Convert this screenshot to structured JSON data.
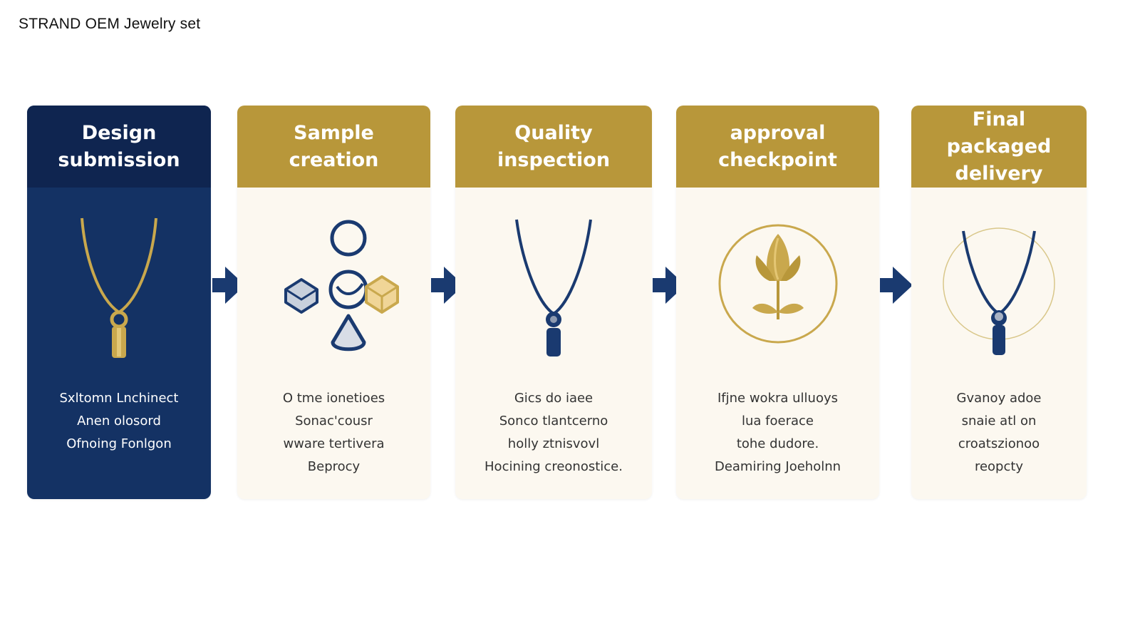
{
  "header": {
    "title": "STRAND OEM Jewelry set"
  },
  "colors": {
    "navy": "#143264",
    "navy_header": "#0f2550",
    "gold": "#b8973a",
    "cream": "#fcf8f0"
  },
  "steps": [
    {
      "title": "Design\nsubmission",
      "icon": "gold-necklace-pendant-icon",
      "description": "Sxltomn Lnchinect\nAnen olosord\nOfnoing Fonlgon"
    },
    {
      "title": "Sample\ncreation",
      "icon": "gemstone-shapes-icon",
      "description": "O tme ionetioes\nSonac'cousr\nwware tertivera\nBeprocy"
    },
    {
      "title": "Quality\ninspection",
      "icon": "navy-necklace-icon",
      "description": "Gics do iaee\nSonco tlantcerno\nholly ztnisvovl\nHocining creonostice."
    },
    {
      "title": "approval\ncheckpoint",
      "icon": "gold-lotus-seal-icon",
      "description": "Ifjne wokra ulluoys\nlua foerace\ntohe dudore.\nDeamiring Joeholnn"
    },
    {
      "title": "Final packaged\ndelivery",
      "icon": "packaged-necklace-icon",
      "description": "Gvanoy adoe\nsnaie atl on\ncroatszionoo\nreopcty"
    }
  ]
}
